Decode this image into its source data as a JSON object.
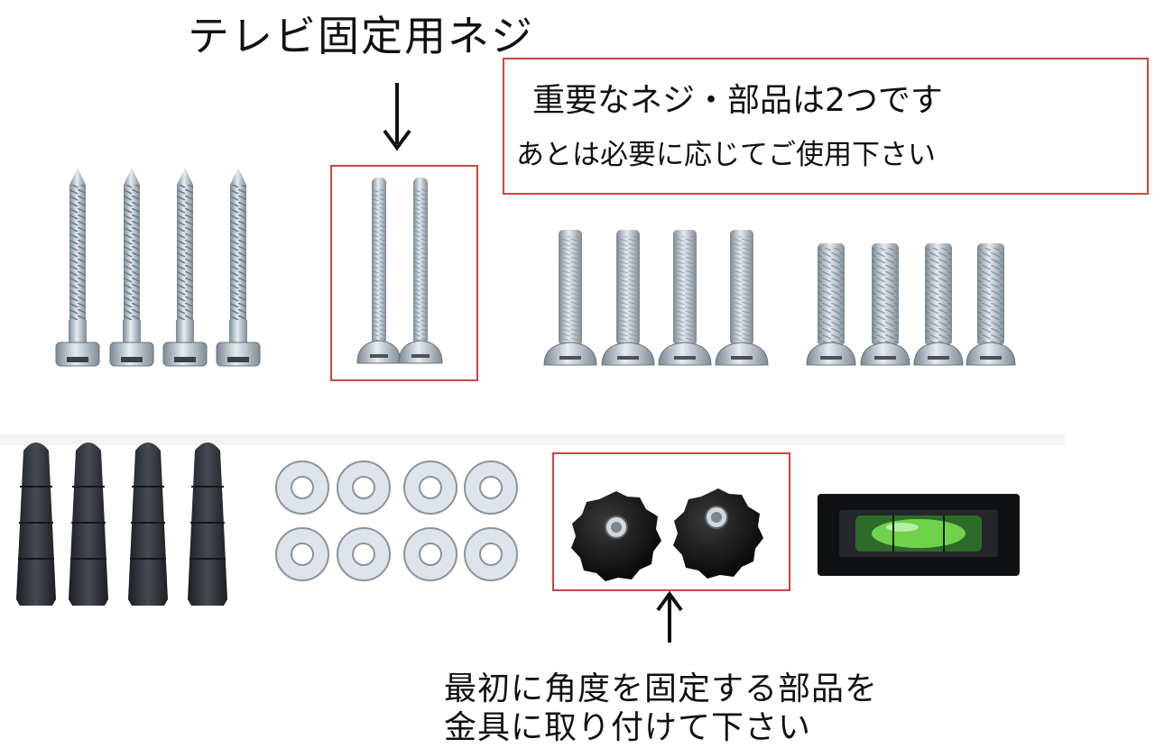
{
  "header": {
    "title": "テレビ固定用ネジ"
  },
  "note": {
    "line1": "重要なネジ・部品は2つです",
    "line2": "あとは必要に応じてご使用下さい"
  },
  "caption": {
    "line1": "最初に角度を固定する部品を",
    "line2": "金具に取り付けて下さい"
  },
  "colors": {
    "highlight_border": "#c9473f",
    "metal": "#b9c3cc",
    "anchor": "#2c2f35",
    "level_bubble": "#6fd24a"
  },
  "icons": [
    "down-arrow-icon",
    "up-arrow-icon"
  ]
}
